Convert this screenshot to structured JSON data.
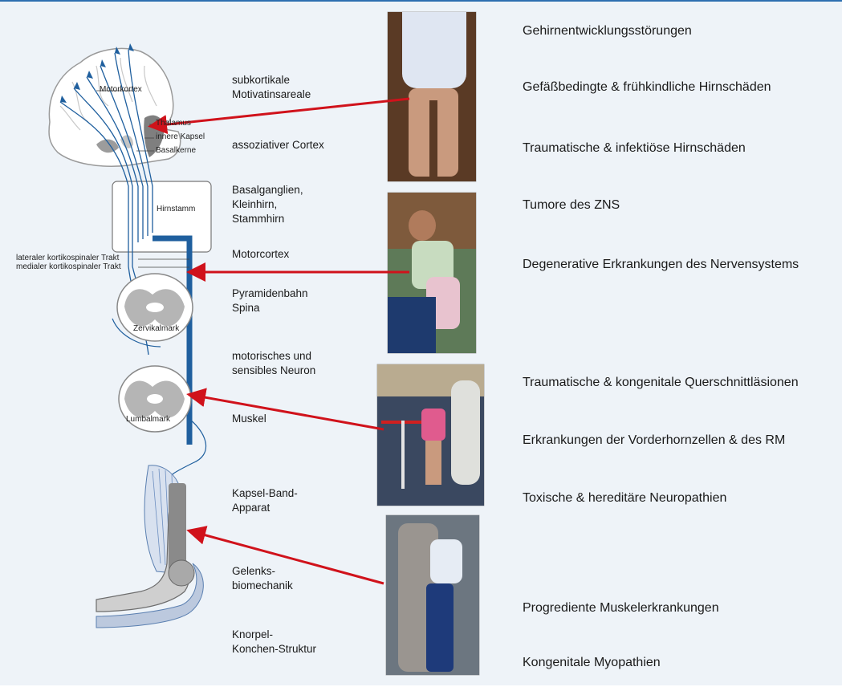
{
  "anatomy_labels": {
    "motorkortex": "Motorkortex",
    "thalamus": "Thalamus",
    "innere_kapsel": "innere Kapsel",
    "basalkerne": "Basalkerne",
    "hirnstamm": "Hirnstamm",
    "lateral_tract": "lateraler kortikospinaler Trakt",
    "medial_tract": "medialer kortikospinaler Trakt",
    "zervikalmark": "Zervikalmark",
    "lumbalmark": "Lumbalmark"
  },
  "levels": [
    "subkortikale\nMotivatinsareale",
    "assoziativer Cortex",
    "Basalganglien,\nKleinhirn,\nStammhirn",
    "Motorcortex",
    "Pyramidenbahn\nSpina",
    "motorisches und\nsensibles Neuron",
    "Muskel",
    "Kapsel-Band-\nApparat",
    "Gelenks-\nbiomechanik",
    "Knorpel-\nKonchen-Struktur"
  ],
  "disorders": [
    "Gehirnentwicklungsstörungen",
    "Gefäßbedingte & frühkindliche Hirnschäden",
    "Traumatische & infektiöse Hirnschäden",
    "Tumore des ZNS",
    "Degenerative Erkrankungen des Nervensystems",
    "Traumatische & kongenitale Querschnittläsionen",
    "Erkrankungen der Vorderhornzellen & des RM",
    "Toxische & hereditäre Neuropathien",
    "Progrediente Muskelerkrankungen",
    "Kongenitale Myopathien"
  ],
  "colors": {
    "background": "#eef3f8",
    "nerve": "#1f5f9e",
    "arrow": "#d0121b",
    "brain_fill": "#ffffff",
    "grey_matter": "#b5b5b5"
  }
}
